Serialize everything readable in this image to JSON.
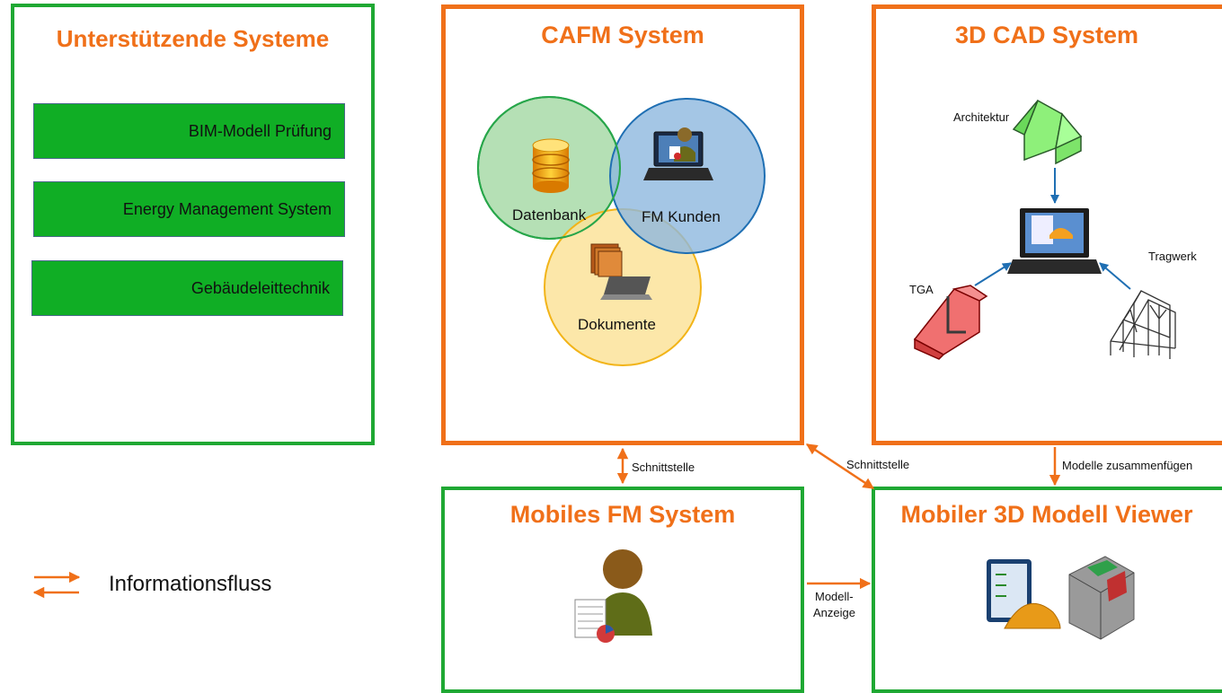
{
  "supporting": {
    "title": "Unterstützende Systeme",
    "items": [
      {
        "label": "BIM-Modell Prüfung"
      },
      {
        "label": "Energy Management System"
      },
      {
        "label": "Gebäudeleittechnik"
      }
    ]
  },
  "cafm": {
    "title": "CAFM System",
    "circles": {
      "database": "Datenbank",
      "customers": "FM Kunden",
      "documents": "Dokumente"
    }
  },
  "cad": {
    "title": "3D CAD System",
    "labels": {
      "architecture": "Architektur",
      "tga": "TGA",
      "structure": "Tragwerk"
    }
  },
  "mobile_fm": {
    "title": "Mobiles FM System"
  },
  "viewer": {
    "title": "Mobiler 3D Modell Viewer"
  },
  "connectors": {
    "cafm_mobile": "Schnittstelle",
    "cafm_viewer": "Schnittstelle",
    "cad_viewer": "Modelle  zusammenfügen",
    "mobile_viewer_line1": "Modell-",
    "mobile_viewer_line2": "Anzeige"
  },
  "legend": {
    "label": "Informationsfluss"
  },
  "colors": {
    "accent": "#f07019",
    "green_border": "#1fa833",
    "button_green": "#10ae25"
  }
}
